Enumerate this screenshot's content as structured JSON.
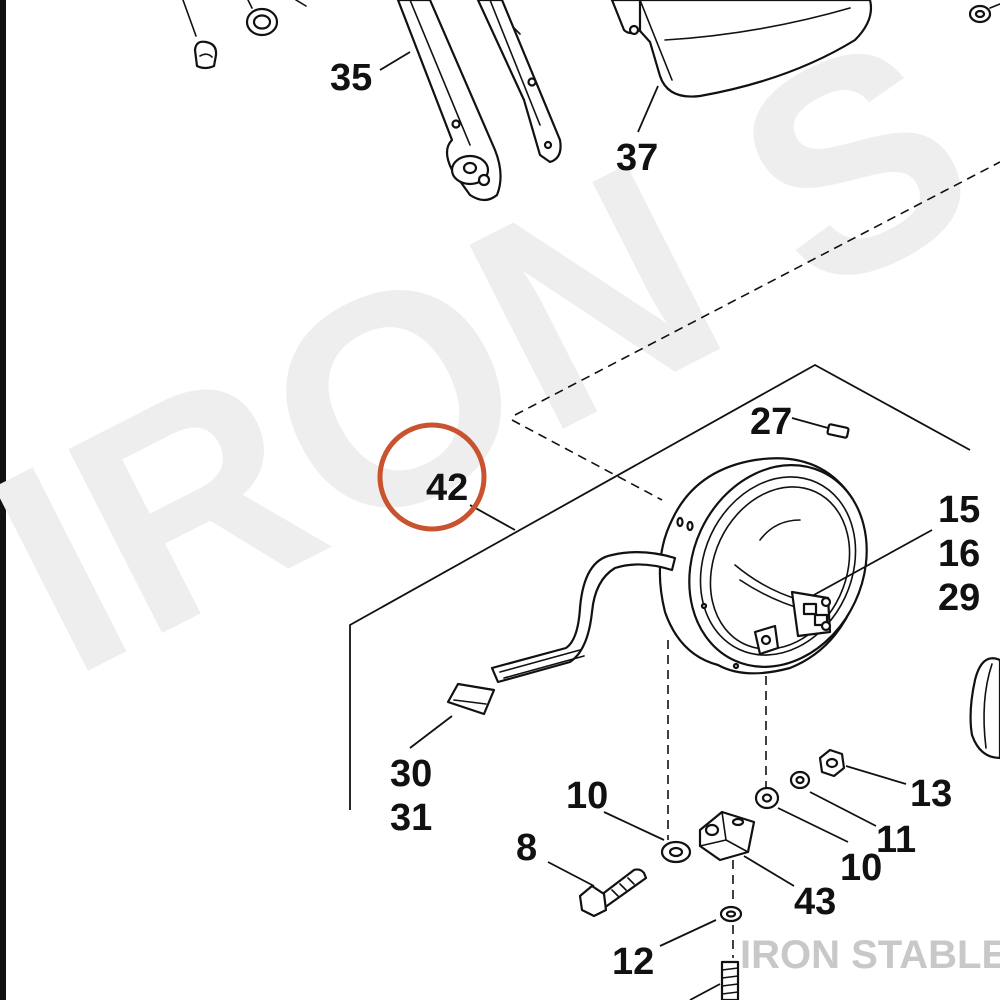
{
  "watermark": {
    "diagonal_text": "IRON S",
    "corner_text": "IRON STABLE",
    "color": "#eeeeee",
    "corner_color": "#c8c8c8"
  },
  "highlight": {
    "label": "42",
    "ring_color": "#c9532e"
  },
  "callouts": {
    "c35": "35",
    "c37": "37",
    "c27": "27",
    "c15": "15",
    "c16": "16",
    "c29": "29",
    "c30": "30",
    "c31": "31",
    "c10a": "10",
    "c10b": "10",
    "c8": "8",
    "c11": "11",
    "c13": "13",
    "c43": "43",
    "c12": "12"
  },
  "colors": {
    "ink": "#111111",
    "paper": "#ffffff"
  }
}
